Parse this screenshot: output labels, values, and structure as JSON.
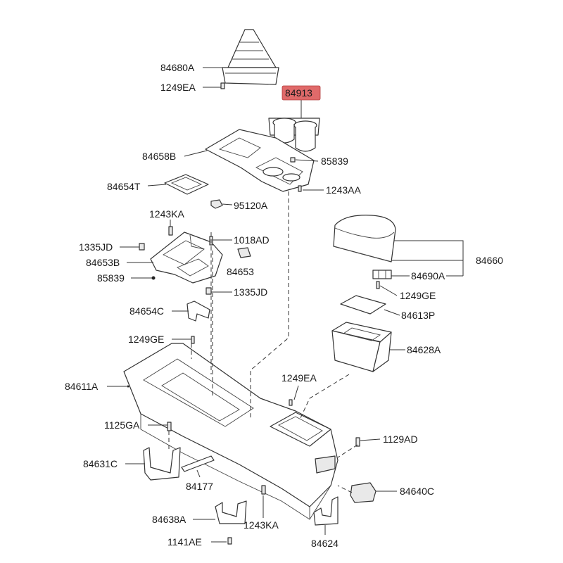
{
  "labels": {
    "l84680A": "84680A",
    "l1249EA_top": "1249EA",
    "l84913": "84913",
    "l84658B": "84658B",
    "l85839_top": "85839",
    "l1243AA": "1243AA",
    "l84654T": "84654T",
    "l95120A": "95120A",
    "l1243KA_top": "1243KA",
    "l1335JD_left": "1335JD",
    "l1018AD": "1018AD",
    "l84653B": "84653B",
    "l84653": "84653",
    "l85839_left": "85839",
    "l1335JD_mid": "1335JD",
    "l84654C": "84654C",
    "l84660": "84660",
    "l84690A": "84690A",
    "l1249GE_right": "1249GE",
    "l84613P": "84613P",
    "l84628A": "84628A",
    "l1249GE_left": "1249GE",
    "l84611A": "84611A",
    "l1249EA_mid": "1249EA",
    "l1125GA": "1125GA",
    "l1129AD": "1129AD",
    "l84631C": "84631C",
    "l84177": "84177",
    "l84640C": "84640C",
    "l84638A": "84638A",
    "l1243KA_bottom": "1243KA",
    "l1141AE": "1141AE",
    "l84624": "84624"
  },
  "highlight": {
    "part": "84913",
    "color": "#e06a6a"
  }
}
